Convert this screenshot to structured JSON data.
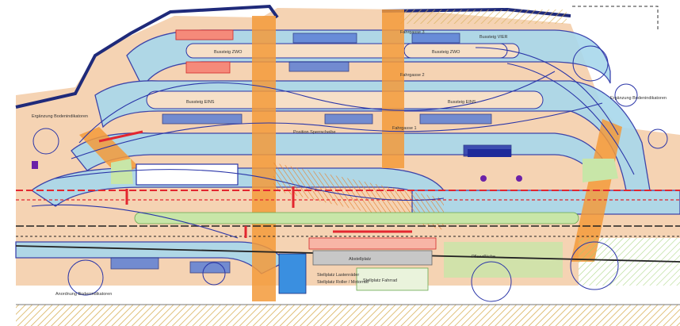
{
  "plan": {
    "labels": {
      "fahrgasse3": "Fahrgasse 3",
      "fahrgasse2": "Fahrgasse 2",
      "fahrgasse1": "Fahrgasse 1",
      "bussteig_zwo_upper": "Bussteig ZWO",
      "bussteig_zwo_right": "Bussteig ZWO",
      "bussteig_eins_left": "Bussteig EINS",
      "bussteig_eins_right": "Bussteig EINS",
      "bussteig_vier": "Bussteig VIER",
      "ergaenzung_left": "Ergänzung Bodenindikatoren",
      "ergaenzung_right": "Ergänzung Bodenindikatoren",
      "abstellplatz": "Abstellplatz",
      "stellplatz_lastenrad": "Stellplatz Lastenräder",
      "stellplatz_roller": "Stellplatz Roller / Motorrad",
      "stellplatz_fahrrad": "Stellplatz Fahrrad",
      "position_sperrscheibe": "Position Sperrscheibe",
      "anordnung_bodenindikatoren": "Anordnung Bodenindikatoren",
      "pflanzflaeche": "Pflanzfläche"
    },
    "colors": {
      "tarmac": "#f5d3b3",
      "bus_lane": "#a8d8ec",
      "bus_outline": "#2a35a8",
      "crossing": "#f39a3a",
      "wall": "#1f2a7a",
      "rail_red": "#e3262f",
      "green_area": "#c8e6a8",
      "blue_block": "#3a5fc8",
      "hatch_yellow": "#e7d97a"
    }
  }
}
